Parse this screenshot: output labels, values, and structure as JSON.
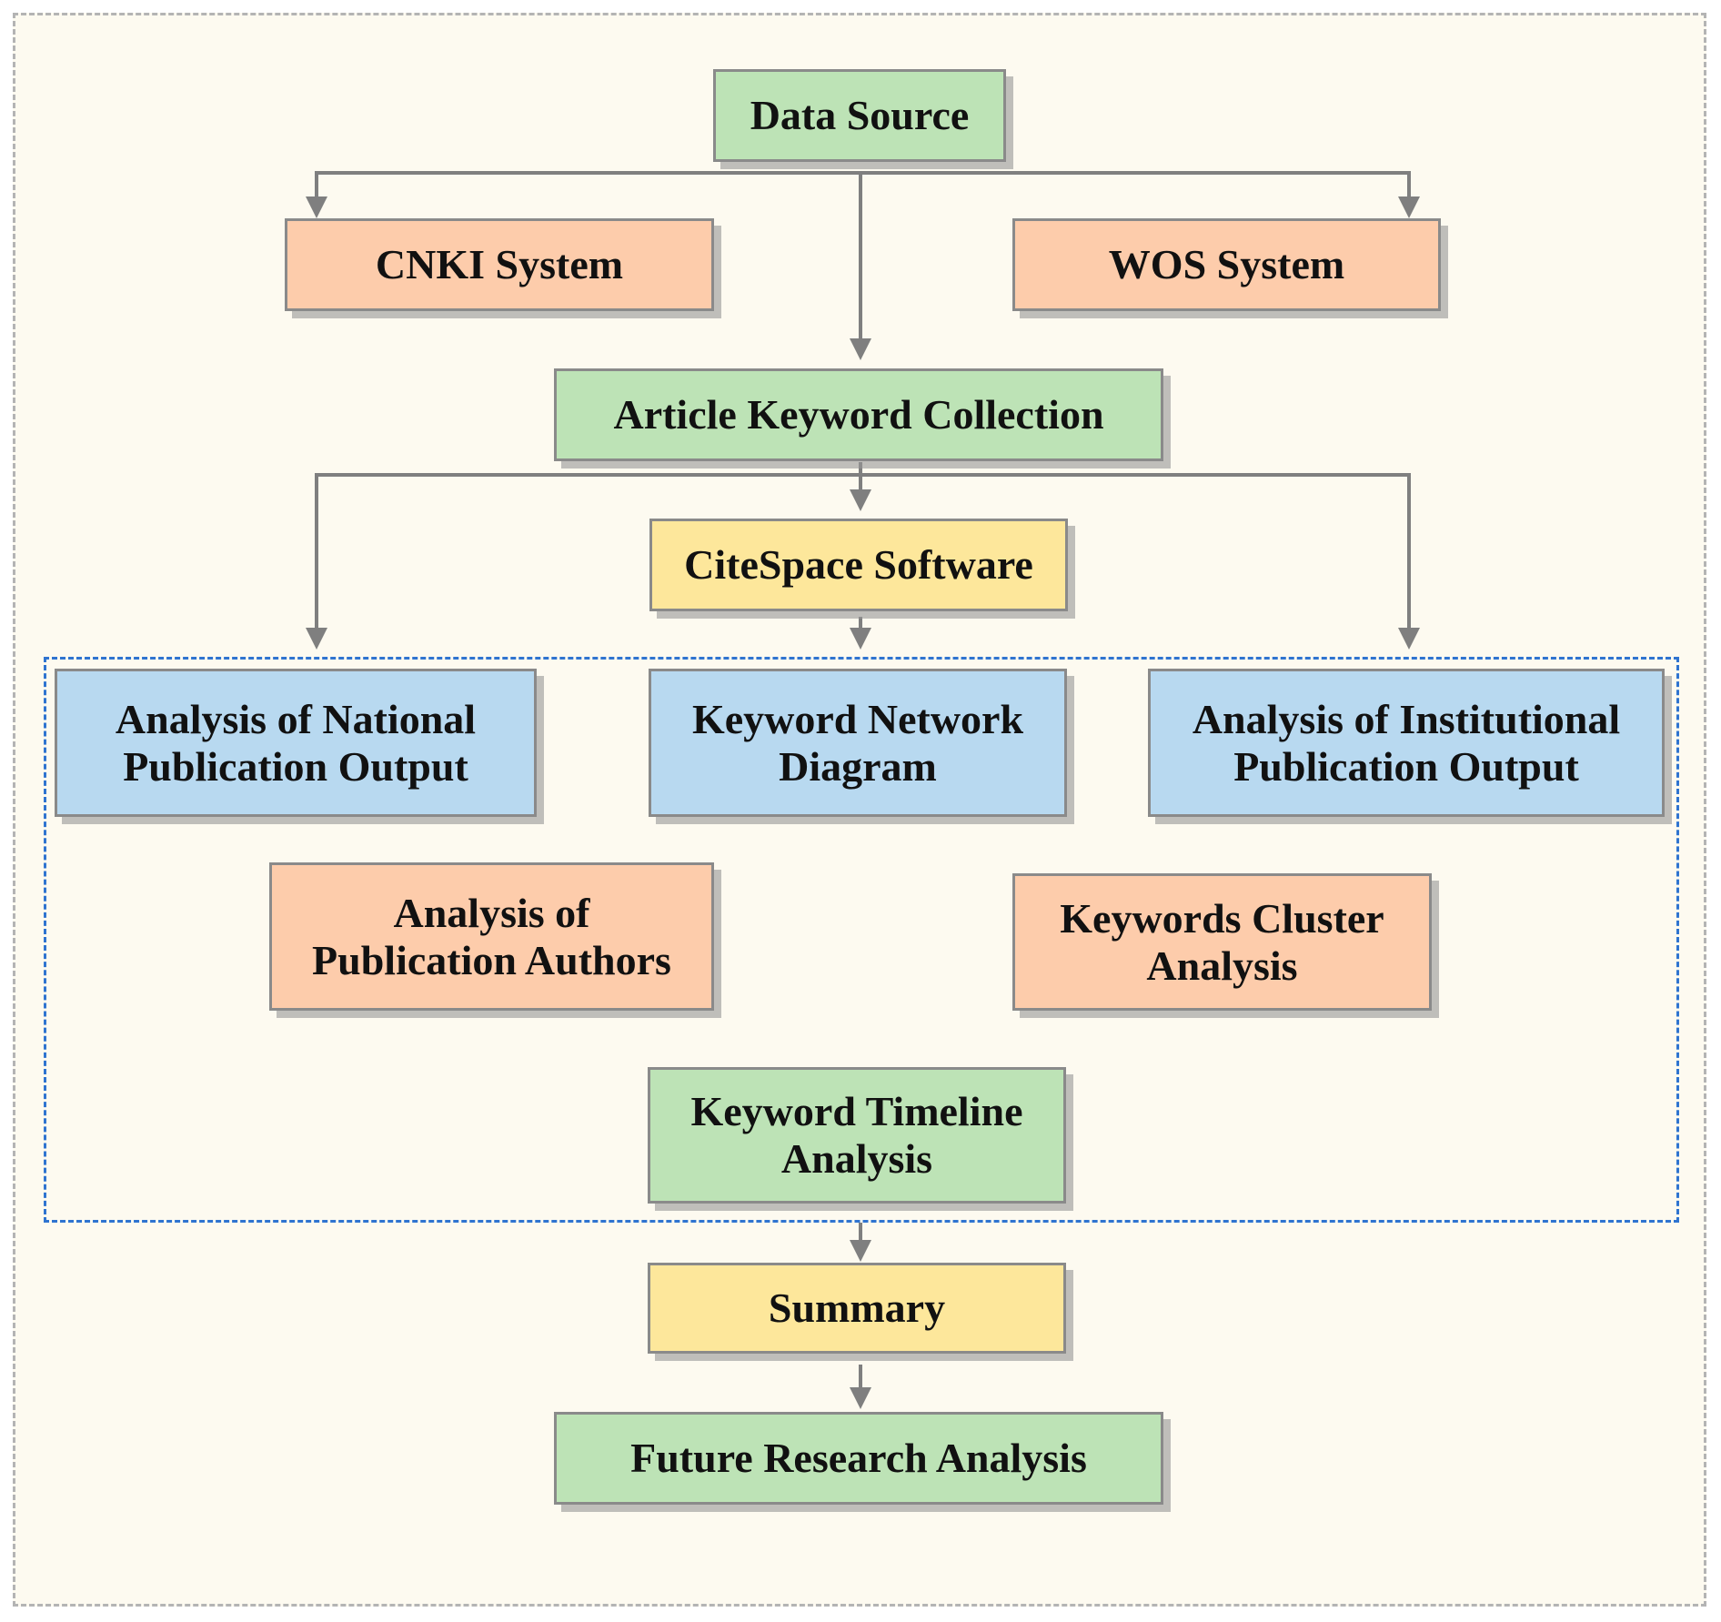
{
  "diagram": {
    "colors": {
      "green": "#bde3b6",
      "orange": "#fdccab",
      "yellow": "#fde79b",
      "blue": "#b8d9f0",
      "arrow": "#7f7f7f",
      "group_border": "#2f74d0"
    },
    "nodes": {
      "data_source": [
        "Data Source"
      ],
      "cnki": [
        "CNKI System"
      ],
      "wos": [
        "WOS System"
      ],
      "keyword_collection": [
        "Article Keyword Collection"
      ],
      "citespace": [
        "CiteSpace Software"
      ],
      "national": [
        "Analysis of National",
        "Publication Output"
      ],
      "network": [
        "Keyword Network",
        "Diagram"
      ],
      "institutional": [
        "Analysis of Institutional",
        "Publication Output"
      ],
      "authors": [
        "Analysis of",
        "Publication Authors"
      ],
      "cluster": [
        "Keywords Cluster",
        "Analysis"
      ],
      "timeline": [
        "Keyword Timeline",
        "Analysis"
      ],
      "summary": [
        "Summary"
      ],
      "future": [
        "Future Research Analysis"
      ]
    },
    "edges": [
      [
        "data_source",
        "cnki"
      ],
      [
        "data_source",
        "wos"
      ],
      [
        "data_source",
        "keyword_collection"
      ],
      [
        "keyword_collection",
        "citespace"
      ],
      [
        "keyword_collection",
        "national"
      ],
      [
        "keyword_collection",
        "institutional"
      ],
      [
        "citespace",
        "network"
      ],
      [
        "analysis_group",
        "summary"
      ],
      [
        "summary",
        "future"
      ]
    ]
  }
}
